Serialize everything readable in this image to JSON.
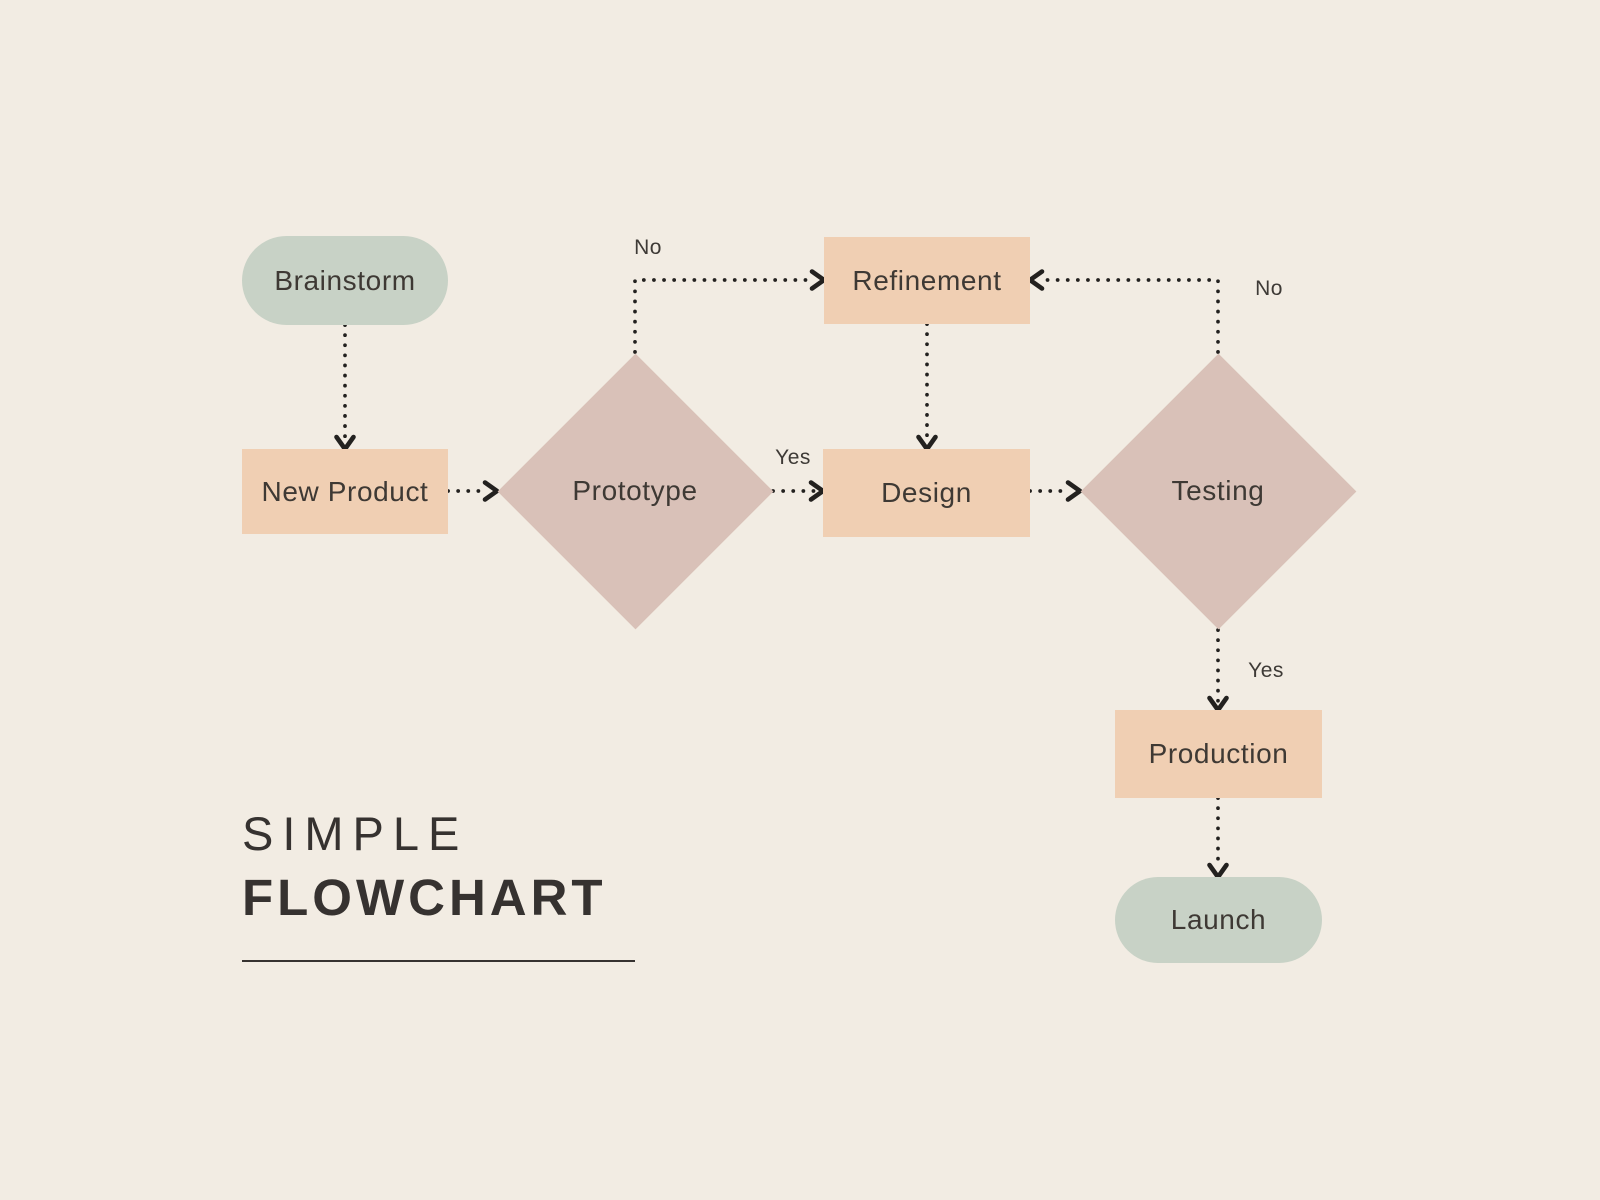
{
  "title": {
    "line1": "SIMPLE",
    "line2": "FLOWCHART"
  },
  "colors": {
    "background": "#f2ece3",
    "terminal_fill": "#c8d2c6",
    "process_fill": "#f0cfb3",
    "decision_fill": "#d9c1b8",
    "text": "#3e3934",
    "arrow": "#23211f"
  },
  "nodes": [
    {
      "id": "brainstorm",
      "label": "Brainstorm",
      "type": "terminal"
    },
    {
      "id": "new-product",
      "label": "New Product",
      "type": "process"
    },
    {
      "id": "prototype",
      "label": "Prototype",
      "type": "decision"
    },
    {
      "id": "refinement",
      "label": "Refinement",
      "type": "process"
    },
    {
      "id": "design",
      "label": "Design",
      "type": "process"
    },
    {
      "id": "testing",
      "label": "Testing",
      "type": "decision"
    },
    {
      "id": "production",
      "label": "Production",
      "type": "process"
    },
    {
      "id": "launch",
      "label": "Launch",
      "type": "terminal"
    }
  ],
  "edges": [
    {
      "from": "Brainstorm",
      "to": "New Product",
      "label": ""
    },
    {
      "from": "New Product",
      "to": "Prototype",
      "label": ""
    },
    {
      "from": "Prototype",
      "to": "Refinement",
      "label": "No"
    },
    {
      "from": "Prototype",
      "to": "Design",
      "label": "Yes"
    },
    {
      "from": "Refinement",
      "to": "Design",
      "label": ""
    },
    {
      "from": "Design",
      "to": "Testing",
      "label": ""
    },
    {
      "from": "Testing",
      "to": "Refinement",
      "label": "No"
    },
    {
      "from": "Testing",
      "to": "Production",
      "label": "Yes"
    },
    {
      "from": "Production",
      "to": "Launch",
      "label": ""
    }
  ]
}
